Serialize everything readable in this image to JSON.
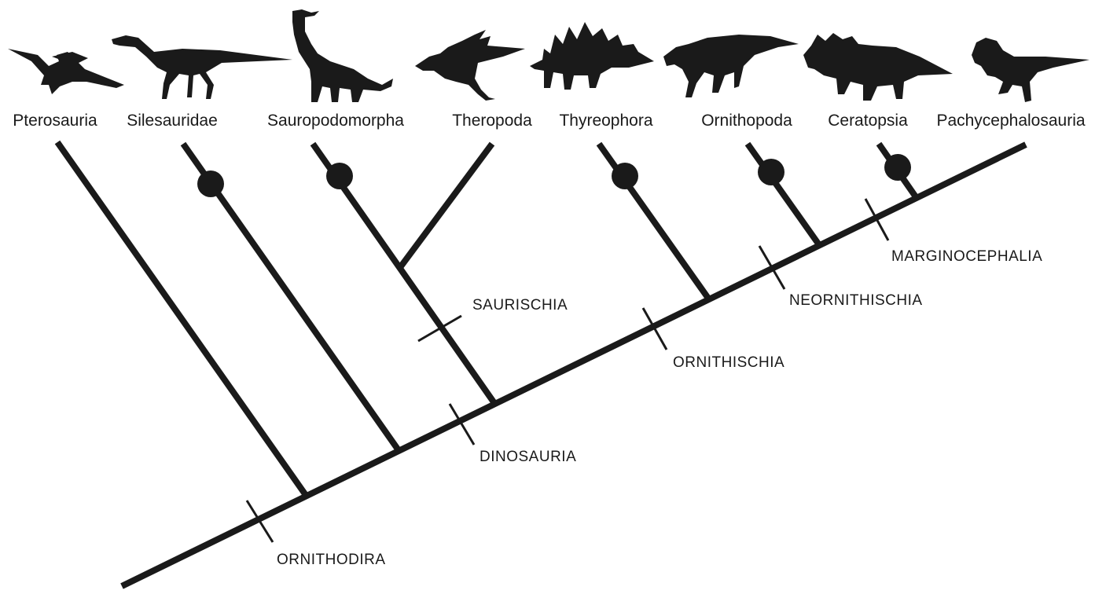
{
  "taxa": [
    {
      "label": "Pterosauria",
      "silhouette": "pterosaur-icon",
      "marker": false
    },
    {
      "label": "Silesauridae",
      "silhouette": "silesaurid-icon",
      "marker": true
    },
    {
      "label": "Sauropodomorpha",
      "silhouette": "sauropodomorph-icon",
      "marker": true
    },
    {
      "label": "Theropoda",
      "silhouette": "theropod-icon",
      "marker": false
    },
    {
      "label": "Thyreophora",
      "silhouette": "thyreophoran-icon",
      "marker": true
    },
    {
      "label": "Ornithopoda",
      "silhouette": "ornithopod-icon",
      "marker": true
    },
    {
      "label": "Ceratopsia",
      "silhouette": "ceratopsian-icon",
      "marker": true
    },
    {
      "label": "Pachycephalosauria",
      "silhouette": "pachycephalosaur-icon",
      "marker": false
    }
  ],
  "clades": [
    {
      "label": "ORNITHODIRA"
    },
    {
      "label": "DINOSAURIA"
    },
    {
      "label": "SAURISCHIA"
    },
    {
      "label": "ORNITHISCHIA"
    },
    {
      "label": "NEORNITHISCHIA"
    },
    {
      "label": "MARGINOCEPHALIA"
    }
  ],
  "colors": {
    "ink": "#1a1a1a",
    "background": "#ffffff"
  }
}
